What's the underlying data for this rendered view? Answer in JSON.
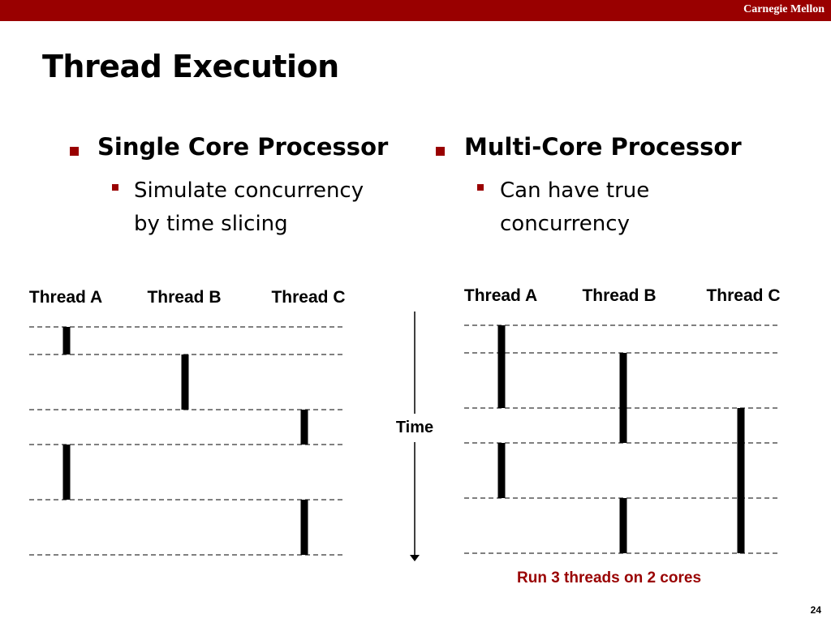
{
  "header": {
    "brand": "Carnegie Mellon"
  },
  "slide": {
    "title": "Thread Execution",
    "page_number": "24"
  },
  "left_column": {
    "heading": "Single Core Processor",
    "sub_line1": "Simulate concurrency",
    "sub_line2": "by time slicing"
  },
  "right_column": {
    "heading": "Multi-Core Processor",
    "sub_line1": "Can have true",
    "sub_line2": "concurrency"
  },
  "diagram": {
    "time_label": "Time",
    "caption": "Run 3 threads on 2 cores",
    "single_core": {
      "threads": [
        "Thread A",
        "Thread B",
        "Thread C"
      ],
      "slices": [
        {
          "thread": 0,
          "start": 0,
          "end": 1
        },
        {
          "thread": 1,
          "start": 1,
          "end": 2
        },
        {
          "thread": 2,
          "start": 2,
          "end": 3
        },
        {
          "thread": 0,
          "start": 3,
          "end": 4
        },
        {
          "thread": 2,
          "start": 4,
          "end": 5
        }
      ]
    },
    "multi_core": {
      "threads": [
        "Thread A",
        "Thread B",
        "Thread C"
      ],
      "slices": [
        {
          "thread": 0,
          "start": 0,
          "end": 2
        },
        {
          "thread": 1,
          "start": 1,
          "end": 3
        },
        {
          "thread": 2,
          "start": 2,
          "end": 5
        },
        {
          "thread": 0,
          "start": 3,
          "end": 4
        },
        {
          "thread": 1,
          "start": 4,
          "end": 5
        }
      ]
    }
  },
  "colors": {
    "accent": "#990000",
    "text": "#000000"
  }
}
